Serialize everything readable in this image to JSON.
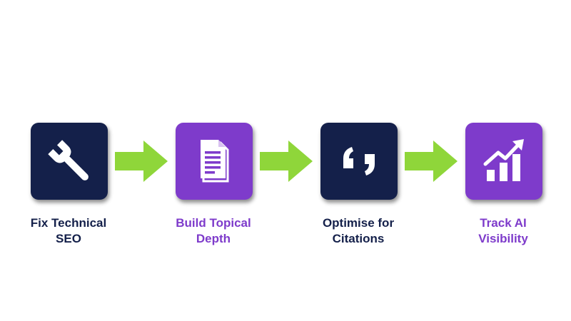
{
  "colors": {
    "navy": "#14204a",
    "purple": "#7e3bcb",
    "arrow_green": "#8fd63a",
    "icon_white": "#ffffff"
  },
  "steps": [
    {
      "icon": "wrench-icon",
      "color": "navy",
      "label_line1": "Fix Technical",
      "label_line2": "SEO"
    },
    {
      "icon": "document-icon",
      "color": "purple",
      "label_line1": "Build Topical",
      "label_line2": "Depth"
    },
    {
      "icon": "quote-icon",
      "color": "navy",
      "label_line1": "Optimise for",
      "label_line2": "Citations"
    },
    {
      "icon": "growth-chart-icon",
      "color": "purple",
      "label_line1": "Track AI",
      "label_line2": "Visibility"
    }
  ],
  "connectors": [
    "right-arrow-icon",
    "right-arrow-icon",
    "right-arrow-icon"
  ]
}
